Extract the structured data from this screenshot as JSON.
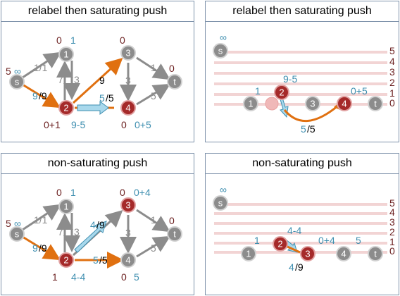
{
  "panels": [
    {
      "title": "relabel then saturating push",
      "labels": {
        "h_s": "5",
        "e_s": "∞",
        "h_1": "0",
        "e_1": "1",
        "h_3": "0",
        "c_s1": "1/1",
        "c_s2_a": "9",
        "c_s2_b": "/9",
        "c_12": "7",
        "c_21": "3",
        "c_23": "9",
        "c_24_a": "5",
        "c_24_b": "/5",
        "c_34": "3",
        "c_3t": "1",
        "h_t": "0",
        "c_4t": "5",
        "h_2": "0+1",
        "e_2": "9-5",
        "h_4": "0",
        "e_4": "0+5"
      },
      "nodes": {
        "s": "s",
        "n1": "1",
        "n2": "2",
        "n3": "3",
        "n4": "4",
        "t": "t"
      }
    },
    {
      "title": "relabel then saturating push",
      "labels": {
        "inf": "∞",
        "levels": [
          "5",
          "4",
          "3",
          "2",
          "1",
          "0"
        ],
        "e_1": "1",
        "e_2": "9-5",
        "e_4": "0+5",
        "c_24_a": "5",
        "c_24_b": "/5"
      },
      "nodes": {
        "s": "s",
        "n1": "1",
        "n2": "2",
        "n3": "3",
        "n4": "4",
        "t": "t"
      }
    },
    {
      "title": "non-saturating push",
      "labels": {
        "h_s": "5",
        "e_s": "∞",
        "h_1": "0",
        "e_1": "1",
        "h_3": "0",
        "e_3": "0+4",
        "c_s1": "1/1",
        "c_s2_a": "9",
        "c_s2_b": "/9",
        "c_12": "7",
        "c_21": "3",
        "c_23_a": "4",
        "c_23_b": "/9",
        "c_24_a": "5",
        "c_24_b": "/5",
        "c_34": "3",
        "c_3t": "1",
        "h_t": "0",
        "c_4t": "5",
        "h_2": "1",
        "e_2": "4-4",
        "h_4": "0",
        "e_4": "5"
      },
      "nodes": {
        "s": "s",
        "n1": "1",
        "n2": "2",
        "n3": "3",
        "n4": "4",
        "t": "t"
      }
    },
    {
      "title": "non-saturating push",
      "labels": {
        "inf": "∞",
        "levels": [
          "5",
          "4",
          "3",
          "2",
          "1",
          "0"
        ],
        "e_1": "1",
        "e_2": "4-4",
        "e_3": "0+4",
        "e_4": "5",
        "c_23_a": "4",
        "c_23_b": "/9"
      },
      "nodes": {
        "s": "s",
        "n1": "1",
        "n2": "2",
        "n3": "3",
        "n4": "4",
        "t": "t"
      }
    }
  ],
  "colors": {
    "gray_node": "#8c8c8c",
    "red_node": "#a52a2a",
    "edge": "#8c8c8c",
    "orange": "#e07010",
    "teal": "#3f8fb0",
    "dark_red": "#6b1f1f",
    "level_line": "#f2d4d4",
    "border": "#7f93ab"
  }
}
